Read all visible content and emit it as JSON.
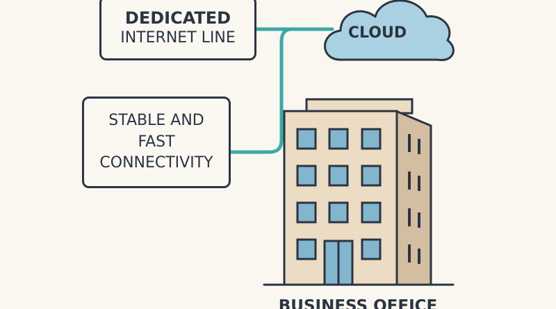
{
  "nodes": {
    "internet_line": {
      "lines": [
        "DEDICATED",
        "INTERNET LINE"
      ]
    },
    "stability": {
      "lines": [
        "STABLE AND",
        "FAST",
        "CONNECTIVITY"
      ]
    },
    "cloud": {
      "label": "CLOUD"
    },
    "office": {
      "label": "BUSINESS OFFICE"
    }
  },
  "colors": {
    "background": "#faf7f1",
    "outline": "#2b3442",
    "connector": "#3aaaa8",
    "cloud_fill": "#a9d1e1",
    "building_front": "#ecdcc3",
    "building_side": "#d3bea1",
    "window": "#82b6cd"
  },
  "icons": [
    "cloud-icon",
    "office-building-icon"
  ]
}
